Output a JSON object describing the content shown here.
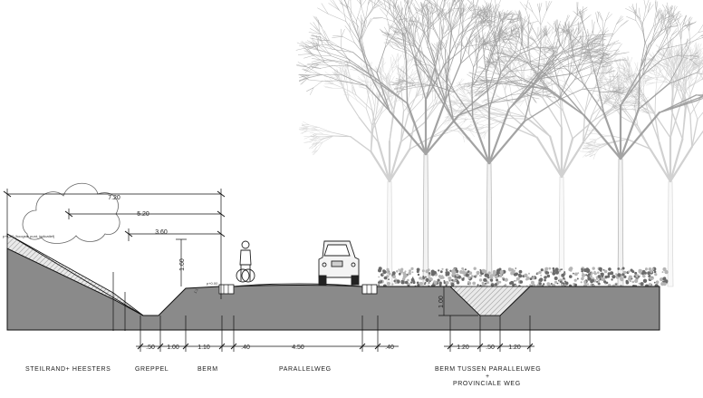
{
  "dimensions": {
    "d720": "7.20",
    "d520": "5.20",
    "d360": "3.60",
    "d160": "1.60",
    "d100v": "1.00",
    "bottom": ".50",
    "b100": "1.00",
    "b110": "1.10",
    "b40a": ".40",
    "b450": "4.50",
    "b40b": ".40",
    "b120a": "1.20",
    "b50": ".50",
    "b120b": "1.20"
  },
  "notes": {
    "highpoint": "p+1.60 (hoogste punt, indicatief)",
    "slope": "1:1",
    "level": "p+0.00"
  },
  "labels": {
    "steilrand": "STEILRAND+ HEESTERS",
    "greppel": "GREPPEL",
    "berm": "BERM",
    "parallelweg": "PARALLELWEG",
    "berm_tussen_1": "BERM TUSSEN PARALLELWEG",
    "berm_tussen_plus": "+",
    "berm_tussen_2": "PROVINCIALE WEG"
  },
  "colors": {
    "ground": "#8a8a8a",
    "ground_dark": "#6f6f6f",
    "tree": "#9a9a9a",
    "line": "#111111"
  }
}
